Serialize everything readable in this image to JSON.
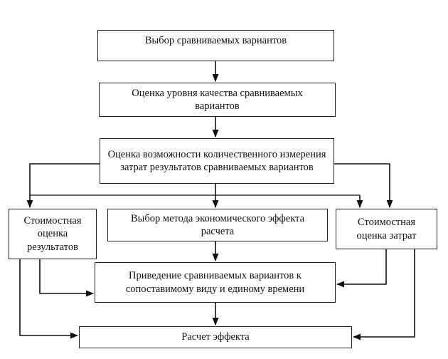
{
  "diagram": {
    "nodes": {
      "choose_variants": "Выбор сравниваемых вариантов",
      "quality_level": "Оценка уровня качества сравниваемых вариантов",
      "measurement_possibility": "Оценка возможности количественного измерения затрат результатов сравниваемых вариантов",
      "cost_results": "Стоимостная оценка результатов",
      "method_choice": "Выбор метода экономического эффекта расчета",
      "cost_expenses": "Стоимостная оценка затрат",
      "bring_comparable": "Приведение сравниваемых вариантов к сопоставимому виду и единому времени",
      "effect_calc": "Расчет эффекта"
    }
  }
}
